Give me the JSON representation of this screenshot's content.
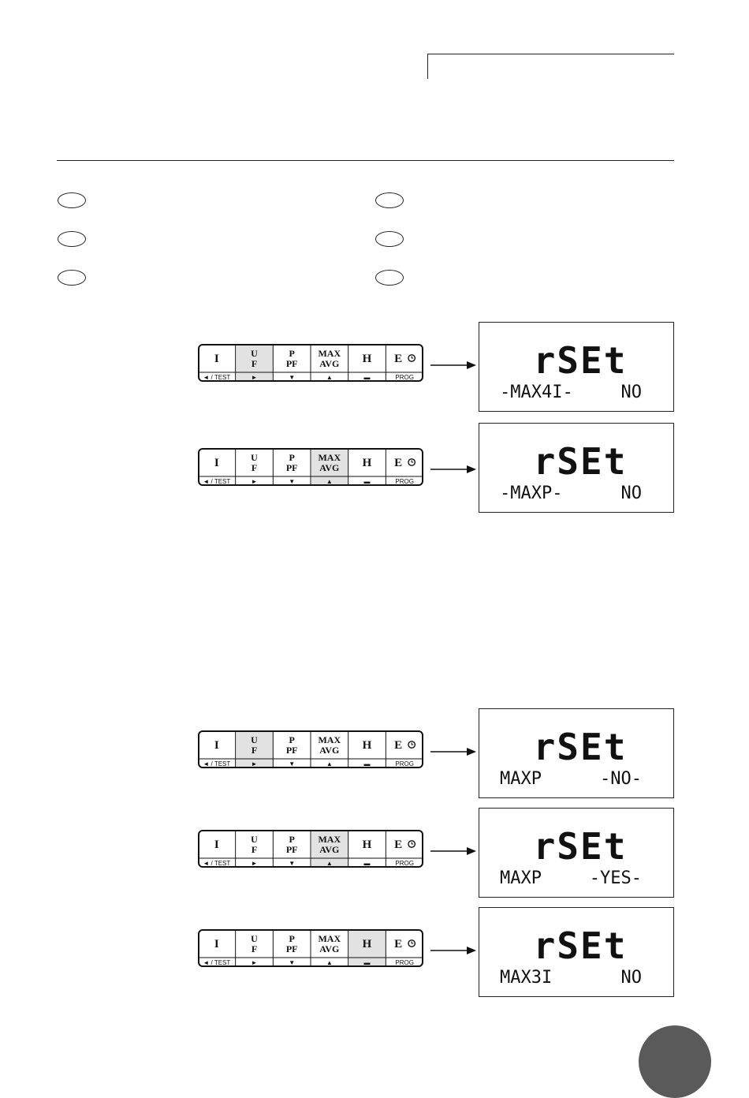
{
  "keypad": {
    "keys": [
      {
        "top": "I",
        "bottom": "◄ / TEST"
      },
      {
        "top": "U",
        "top2": "F",
        "bottom": "►"
      },
      {
        "top": "P",
        "top2": "PF",
        "bottom": "▼"
      },
      {
        "top": "MAX",
        "top2": "AVG",
        "bottom": "▲"
      },
      {
        "top": "H",
        "bottom": "▬"
      },
      {
        "top": "E",
        "bottom": "PROG"
      }
    ]
  },
  "steps": [
    {
      "pressed_key": "U/F",
      "display": {
        "line1": "rSEt",
        "line2_left": "-MAX4I-",
        "line2_right": "NO"
      }
    },
    {
      "pressed_key": "MAX/AVG",
      "display": {
        "line1": "rSEt",
        "line2_left": "-MAXP-",
        "line2_right": "NO"
      }
    },
    {
      "pressed_key": "U/F",
      "display": {
        "line1": "rSEt",
        "line2_left": "MAXP",
        "line2_right": "-NO-"
      }
    },
    {
      "pressed_key": "MAX/AVG",
      "display": {
        "line1": "rSEt",
        "line2_left": "MAXP",
        "line2_right": "-YES-"
      }
    },
    {
      "pressed_key": "H",
      "display": {
        "line1": "rSEt",
        "line2_left": "MAX3I",
        "line2_right": "NO"
      }
    }
  ]
}
